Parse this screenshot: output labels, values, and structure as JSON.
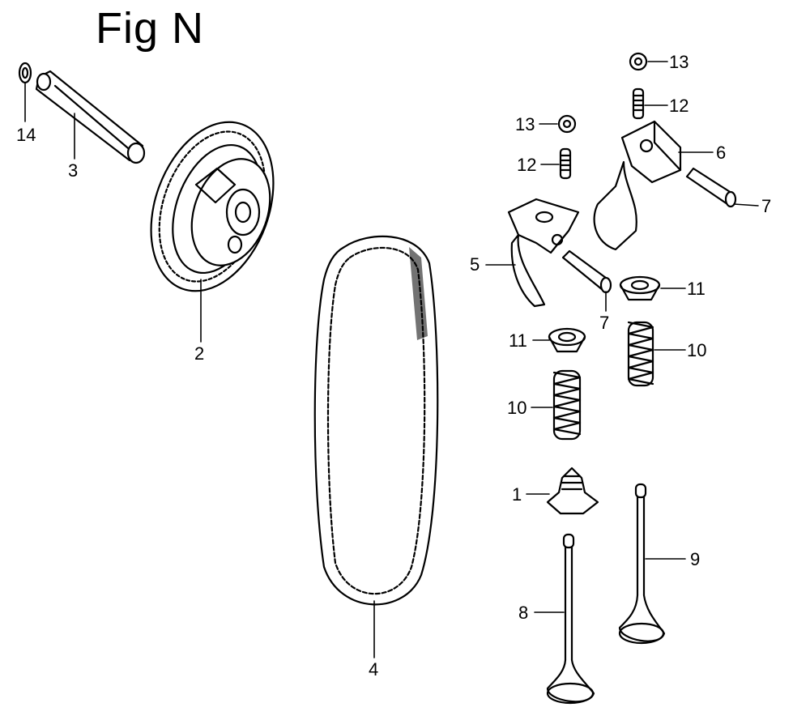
{
  "figure": {
    "title": "Fig N"
  },
  "callouts": {
    "p1": "1",
    "p2": "2",
    "p3": "3",
    "p4": "4",
    "p5": "5",
    "p6": "6",
    "p7a": "7",
    "p7b": "7",
    "p8": "8",
    "p9": "9",
    "p10a": "10",
    "p10b": "10",
    "p11a": "11",
    "p11b": "11",
    "p12a": "12",
    "p12b": "12",
    "p13a": "13",
    "p13b": "13",
    "p14": "14"
  },
  "style": {
    "ink": "#000000",
    "paper": "#ffffff"
  }
}
